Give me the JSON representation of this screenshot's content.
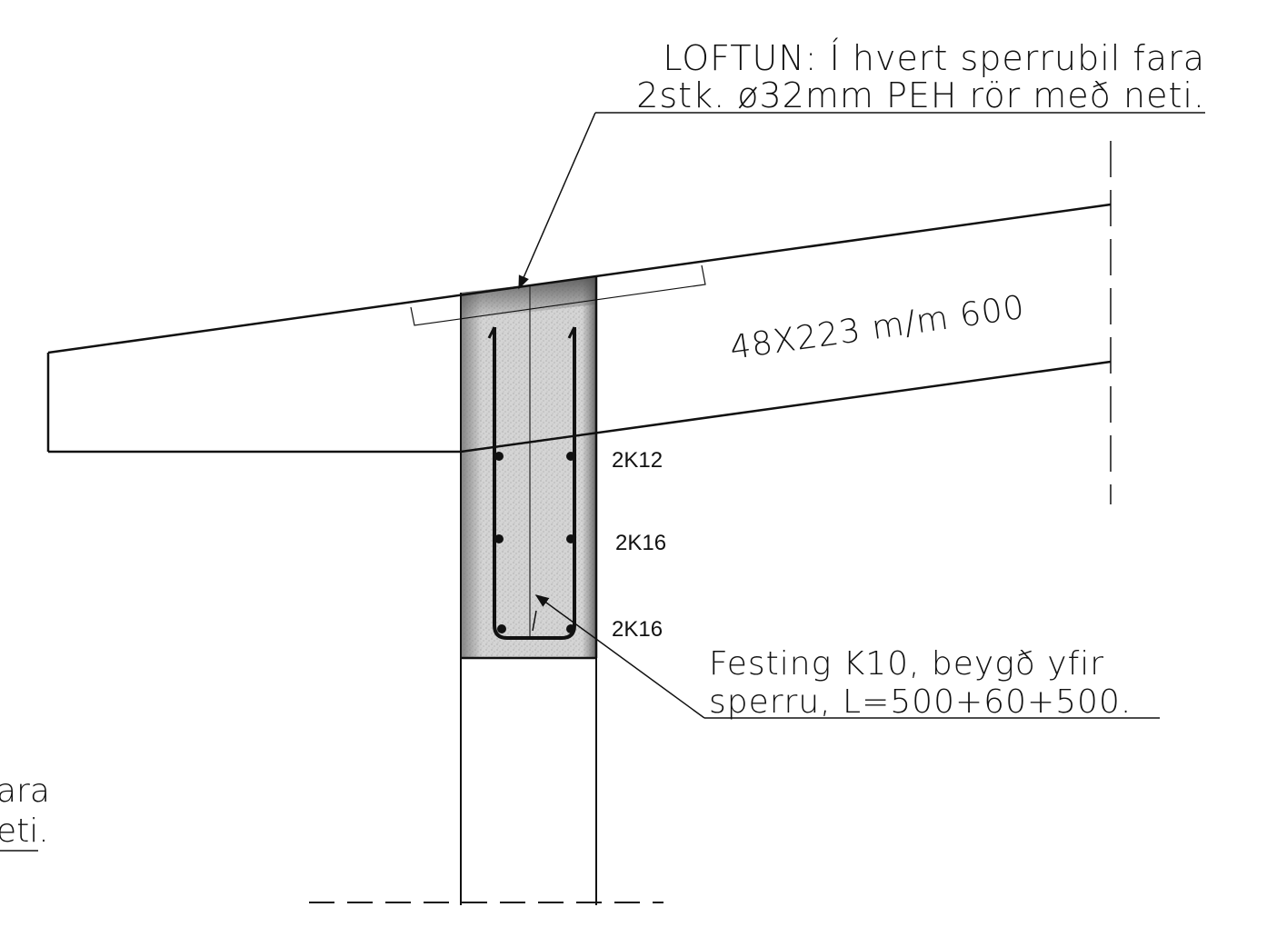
{
  "colors": {
    "line": "#111111",
    "concrete_dark": "#6e6e6e",
    "concrete_mid": "#9a9a9a",
    "concrete_light": "#c8c8c8",
    "background": "#ffffff"
  },
  "annotations": {
    "loftun": {
      "line1": "LOFTUN:  Í hvert  sperrubil fara",
      "line2": "2stk. ø32mm PEH rör með neti."
    },
    "rafter": {
      "label": "48X223 m/m 600"
    },
    "rebar": {
      "top": "2K12",
      "middle": "2K16",
      "bottom": "2K16"
    },
    "festing": {
      "line1": "Festing K10, beygð yfir",
      "line2": "sperru, L=500+60+500."
    },
    "left_cut": {
      "line1": "ara",
      "line2": "eti."
    }
  },
  "icons": {
    "rebar_dot": "filled-circle",
    "leader_arrow": "arrow-head"
  }
}
